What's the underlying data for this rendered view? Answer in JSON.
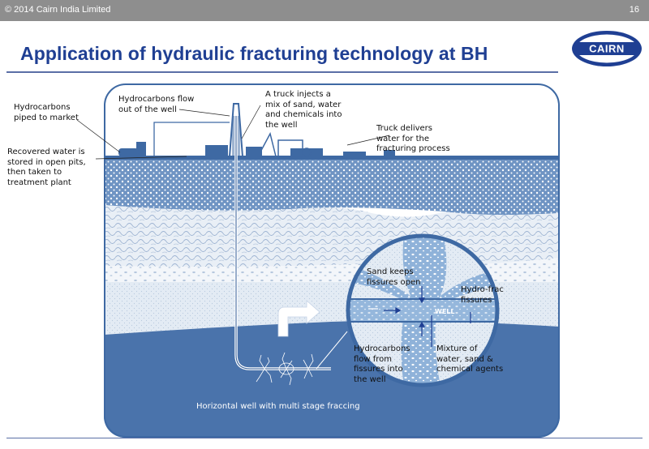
{
  "header": {
    "copyright": "© 2014 Cairn India Limited",
    "page_number": "16"
  },
  "slide": {
    "title": "Application of hydraulic fracturing technology at BH"
  },
  "logo": {
    "text": "CAIRN",
    "brand_color": "#1f3f93"
  },
  "labels": {
    "hydrocarbons_piped": "Hydrocarbons\npiped to market",
    "recovered_water": "Recovered water is\nstored in open pits,\nthen taken to\ntreatment plant",
    "hydrocarbons_flow_out": "Hydrocarbons flow\nout of the well",
    "truck_injects": "A truck injects a\nmix of sand, water\nand chemicals into\nthe well",
    "truck_delivers": "Truck delivers\nwater for the\nfracturing process",
    "sand_keeps": "Sand keeps\nfissures open",
    "hydro_frac": "Hydro-frac\nfissures",
    "well": "WELL",
    "hydrocarbons_from_fissures": "Hydrocarbons\nflow from\nfissures into\nthe well",
    "mixture": "Mixture of\nwater, sand &\nchemical agents",
    "horizontal_well": "Horizontal well with multi stage fraccing"
  },
  "colors": {
    "title": "#1f3f93",
    "dark_blue": "#3e69a3",
    "sky": "#ffffff",
    "deep_layer": "#4a73ab",
    "light_layer": "#e6edf5"
  }
}
